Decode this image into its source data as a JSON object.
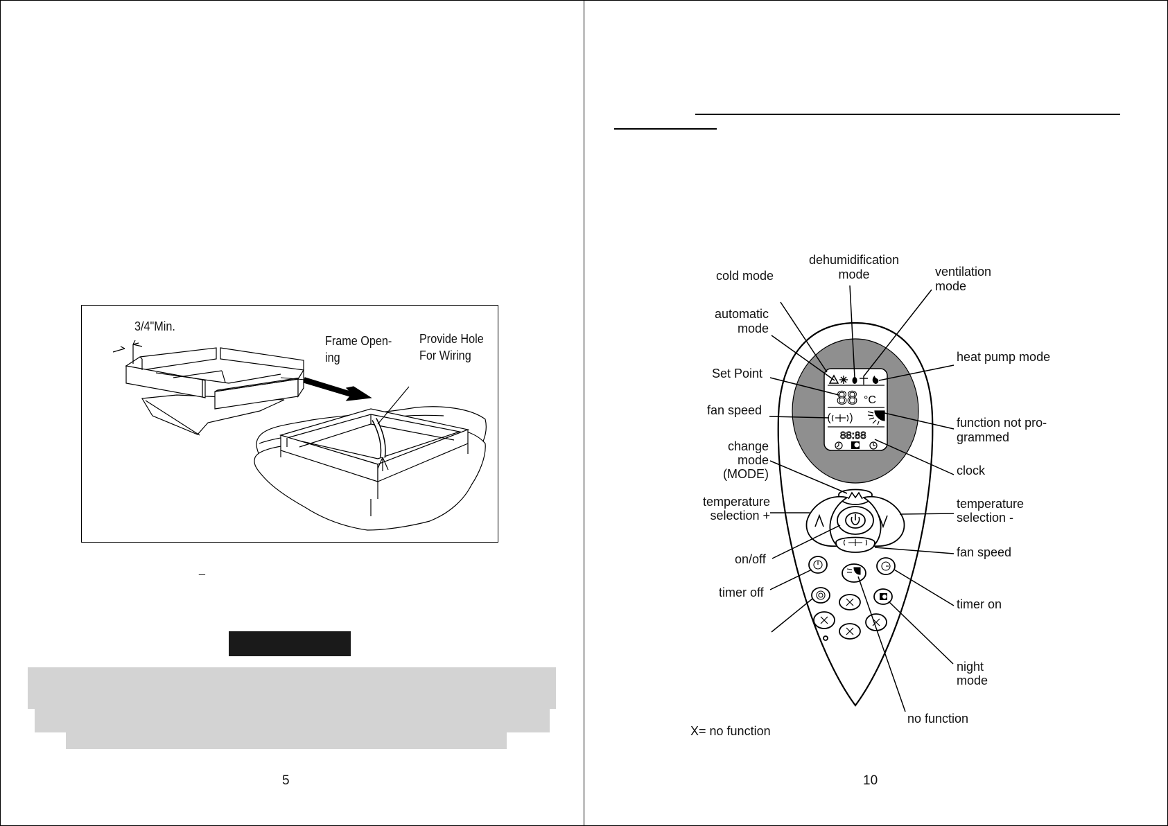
{
  "left_page": {
    "figure": {
      "label_min": "3/4\"Min.",
      "label_frame": [
        "Frame Open-",
        "ing"
      ],
      "label_hole": [
        "Provide Hole",
        "For Wiring"
      ]
    },
    "dash_mark": "_",
    "page_number": "5"
  },
  "right_page": {
    "page_number": "10",
    "remote": {
      "labels": {
        "dehumidification": [
          "dehumidification",
          "mode"
        ],
        "cold_mode": "cold mode",
        "ventilation": [
          "ventilation",
          "mode"
        ],
        "automatic": [
          "automatic",
          "mode"
        ],
        "heat_pump": "heat pump mode",
        "set_point": "Set Point",
        "fan_speed_left": "fan speed",
        "function_not_programmed": [
          "function not pro-",
          "grammed"
        ],
        "change_mode": [
          "change",
          "mode",
          "(MODE)"
        ],
        "clock": "clock",
        "temp_plus": [
          "temperature",
          "selection +"
        ],
        "temp_minus": [
          "temperature",
          "selection -"
        ],
        "on_off": "on/off",
        "fan_speed_right": "fan speed",
        "timer_off": "timer off",
        "timer_on": "timer on",
        "night_mode": [
          "night",
          "mode"
        ],
        "no_function": "no function",
        "x_legend": "X= no function"
      },
      "lcd": {
        "set_point_digits": "88",
        "unit": "°C",
        "clock_digits": "88:88"
      },
      "icons": [
        "warning-icon",
        "snowflake-icon",
        "drop-icon",
        "fan-icon",
        "flame-icon",
        "signal-icon",
        "sun-fan-icon",
        "timer-icon",
        "moon-icon",
        "clock-icon",
        "mode-icon",
        "power-icon",
        "x-icon"
      ]
    }
  }
}
